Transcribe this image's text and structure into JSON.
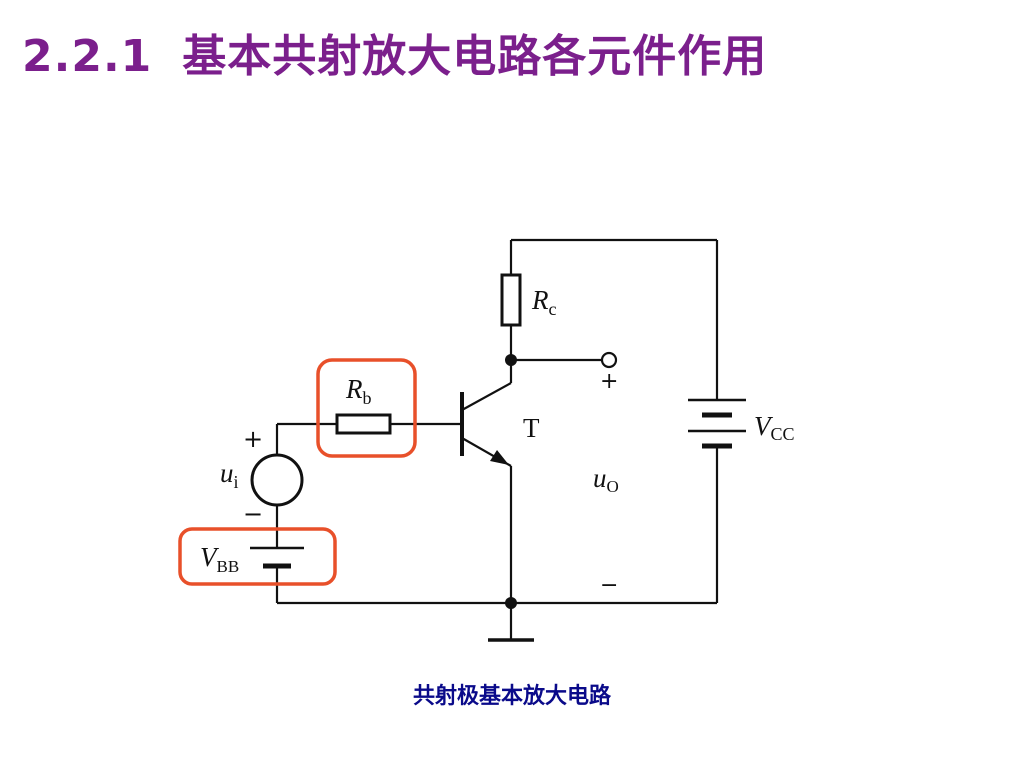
{
  "title": {
    "number": "2.2.1",
    "text": "基本共射放大电路各元件作用"
  },
  "caption": "共射极基本放大电路",
  "circuit": {
    "rc": {
      "main": "R",
      "sub": "c"
    },
    "rb": {
      "main": "R",
      "sub": "b"
    },
    "transistor": "T",
    "vcc": {
      "main": "V",
      "sub": "CC"
    },
    "vbb": {
      "main": "V",
      "sub": "BB"
    },
    "ui": {
      "main": "u",
      "sub": "i"
    },
    "uo": {
      "main": "u",
      "sub": "O"
    },
    "input_plus": "+",
    "input_minus": "−",
    "output_plus": "+",
    "output_minus": "−"
  },
  "colors": {
    "title": "#7b1f8c",
    "caption": "#0a0a8a",
    "highlight": "#e8502a",
    "wire": "#111111"
  }
}
